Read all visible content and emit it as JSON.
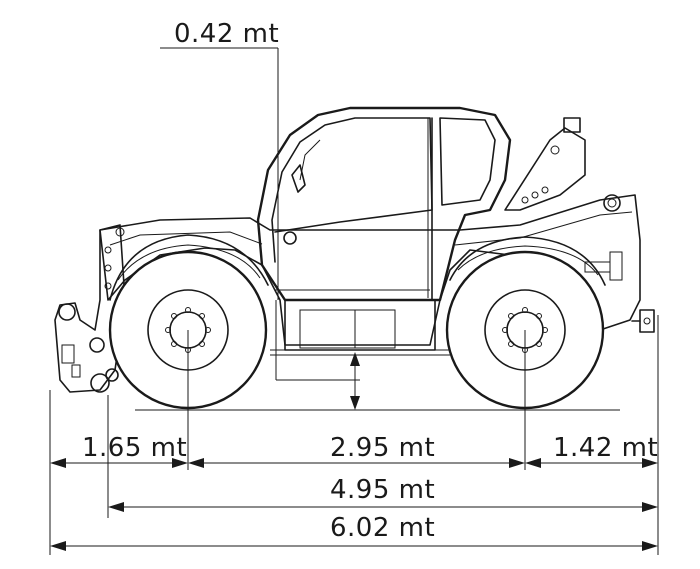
{
  "diagram": {
    "dimensions": {
      "cab_offset": "0.42 mt",
      "front_overhang": "1.65 mt",
      "wheelbase": "2.95 mt",
      "rear_overhang": "1.42 mt",
      "length_without_forks": "4.95 mt",
      "overall_length": "6.02 mt"
    }
  }
}
